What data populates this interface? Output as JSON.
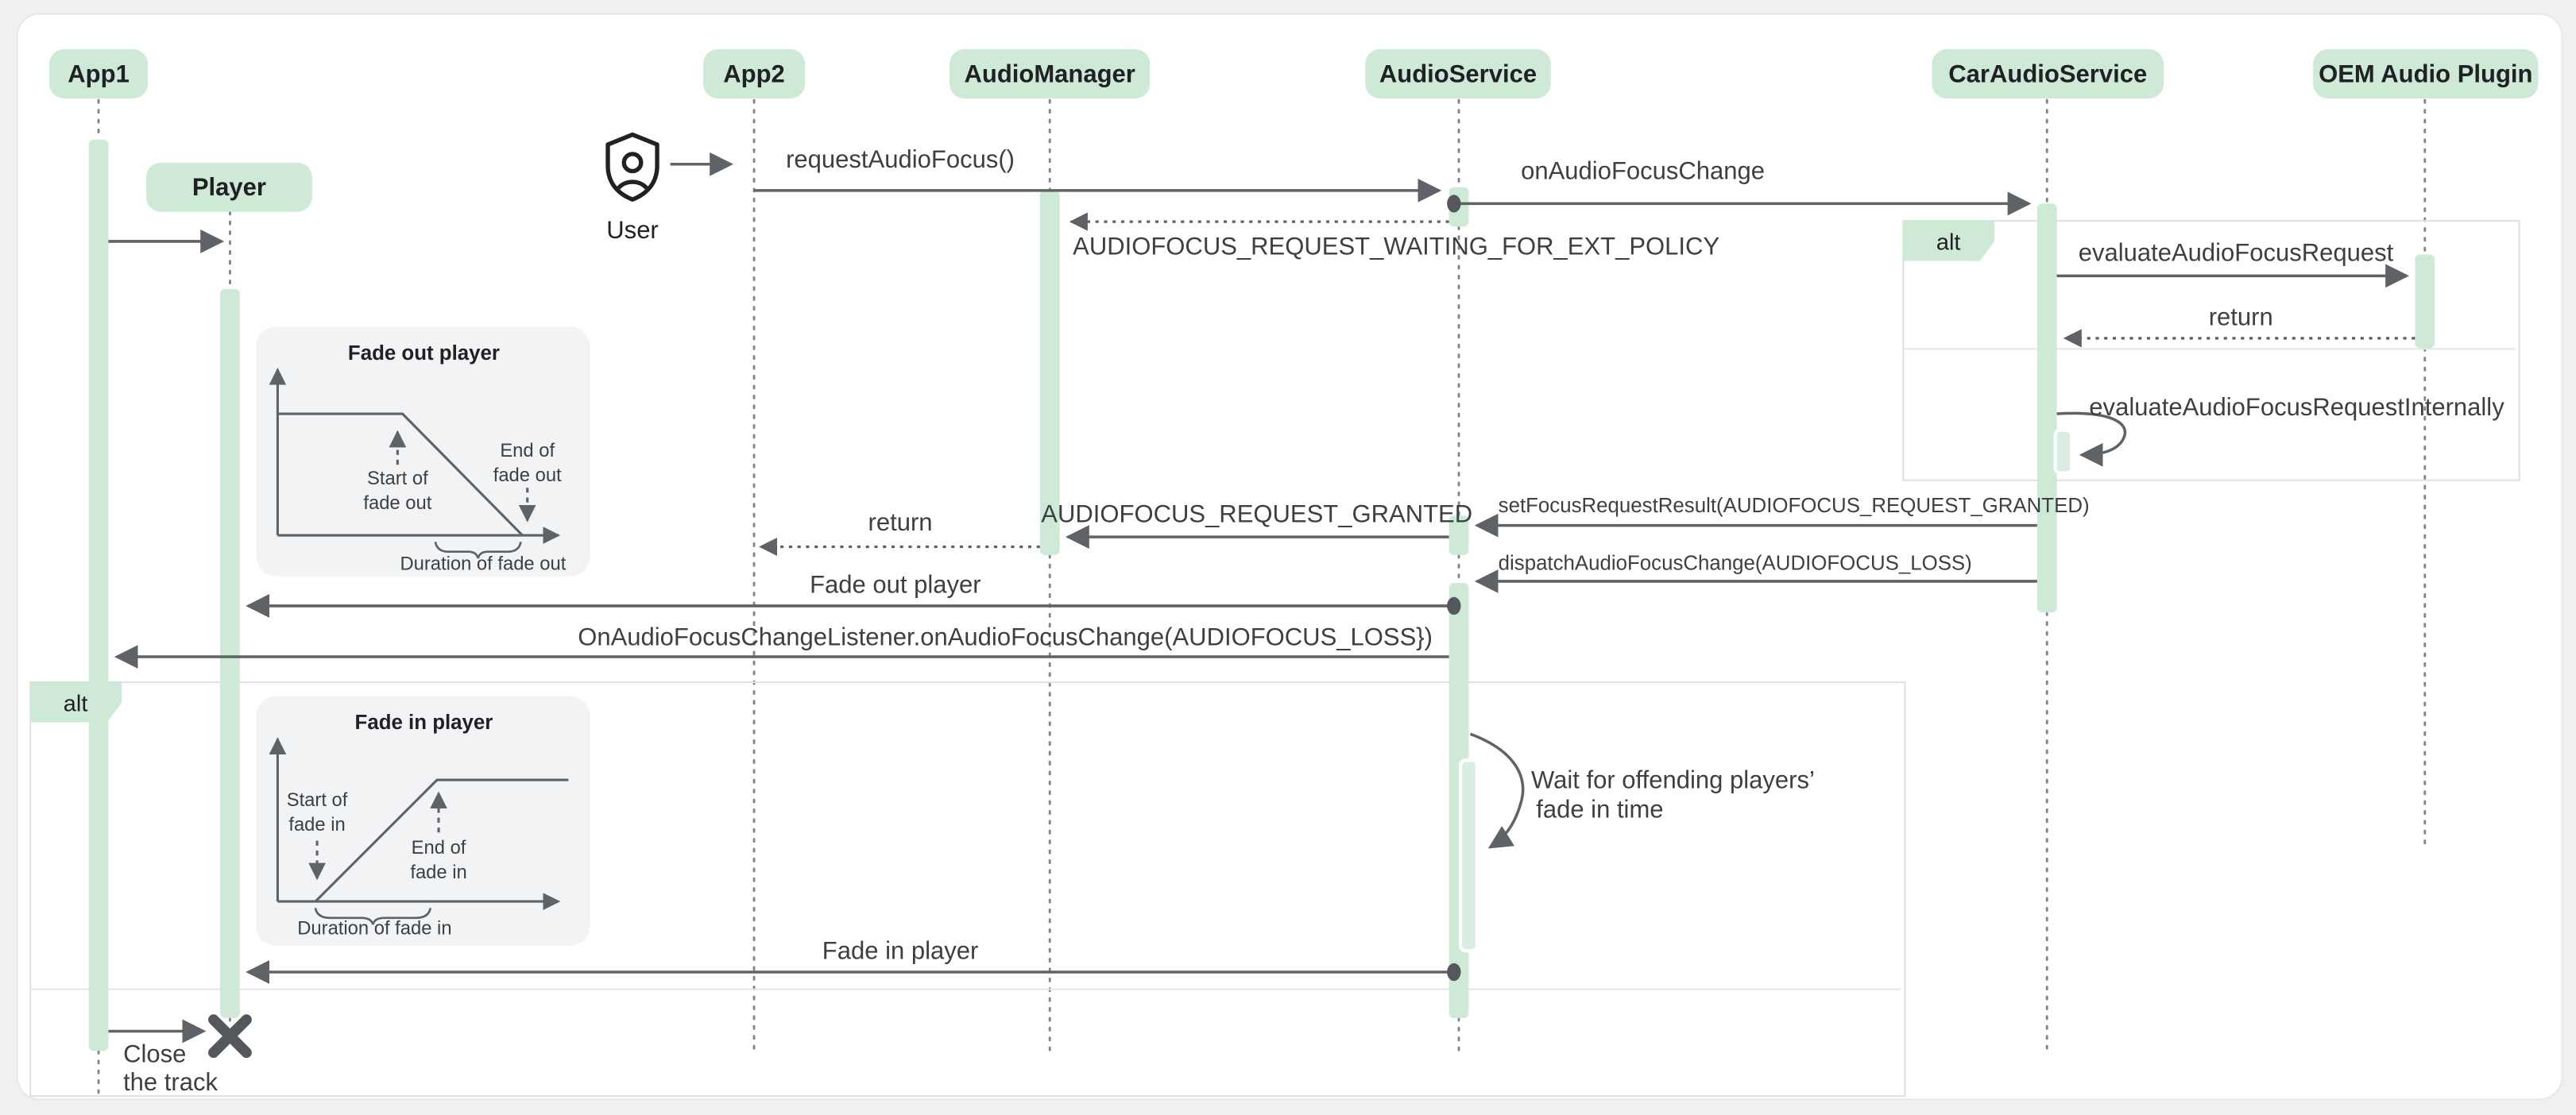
{
  "colors": {
    "accent_green": "#ceead6",
    "arrow_gray": "#5f6368",
    "text_gray": "#3c4043",
    "fragment_border": "#dfe1e5",
    "inset_bg": "#f1f3f4",
    "card_bg": "#ffffff",
    "page_bg": "#eef0f1"
  },
  "participants": {
    "app1": "App1",
    "player": "Player",
    "user": "User",
    "app2": "App2",
    "audio_manager": "AudioManager",
    "audio_service": "AudioService",
    "car_audio_service": "CarAudioService",
    "oem_plugin": "OEM Audio Plugin"
  },
  "messages": {
    "request_audio_focus": "requestAudioFocus()",
    "on_audio_focus_change": "onAudioFocusChange",
    "waiting_ext_policy": "AUDIOFOCUS_REQUEST_WAITING_FOR_EXT_POLICY",
    "evaluate_request": "evaluateAudioFocusRequest",
    "return_oem": "return",
    "evaluate_internally": "evaluateAudioFocusRequestInternally",
    "set_focus_result": "setFocusRequestResult(AUDIOFOCUS_REQUEST_GRANTED)",
    "request_granted": "AUDIOFOCUS_REQUEST_GRANTED",
    "return_app2": "return",
    "dispatch_loss": "dispatchAudioFocusChange(AUDIOFOCUS_LOSS)",
    "fade_out_player": "Fade out player",
    "on_focus_listener": "OnAudioFocusChangeListener.onAudioFocusChange(AUDIOFOCUS_LOSS})",
    "fade_in_player": "Fade in player"
  },
  "fragments": {
    "alt_right": "alt",
    "alt_left": "alt"
  },
  "notes": {
    "wait_line1": "Wait for offending players’",
    "wait_line2": "fade in time",
    "close_line1": "Close",
    "close_line2": "the track"
  },
  "insets": {
    "fade_out": {
      "title": "Fade out player",
      "start_1": "Start of",
      "start_2": "fade out",
      "end_1": "End of",
      "end_2": "fade out",
      "duration": "Duration of fade out"
    },
    "fade_in": {
      "title": "Fade in player",
      "start_1": "Start of",
      "start_2": "fade in",
      "end_1": "End of",
      "end_2": "fade in",
      "duration": "Duration of fade in"
    }
  }
}
